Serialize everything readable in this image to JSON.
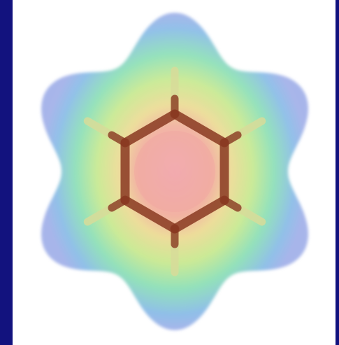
{
  "scene": {
    "subject": "benzene-molecule-electrostatic-potential-map",
    "colors": {
      "frame": "#12127e",
      "background": "#ffffff",
      "surface_outer": "#8fb8e8",
      "surface_mid": "#8fe0b0",
      "surface_inner": "#e8ec8a",
      "surface_core": "#f0a0a0",
      "carbon_bond": "#8a3a22",
      "hydrogen_bond": "#d8dc9a"
    },
    "ring_atoms": 6,
    "hydrogen_atoms": 6
  }
}
